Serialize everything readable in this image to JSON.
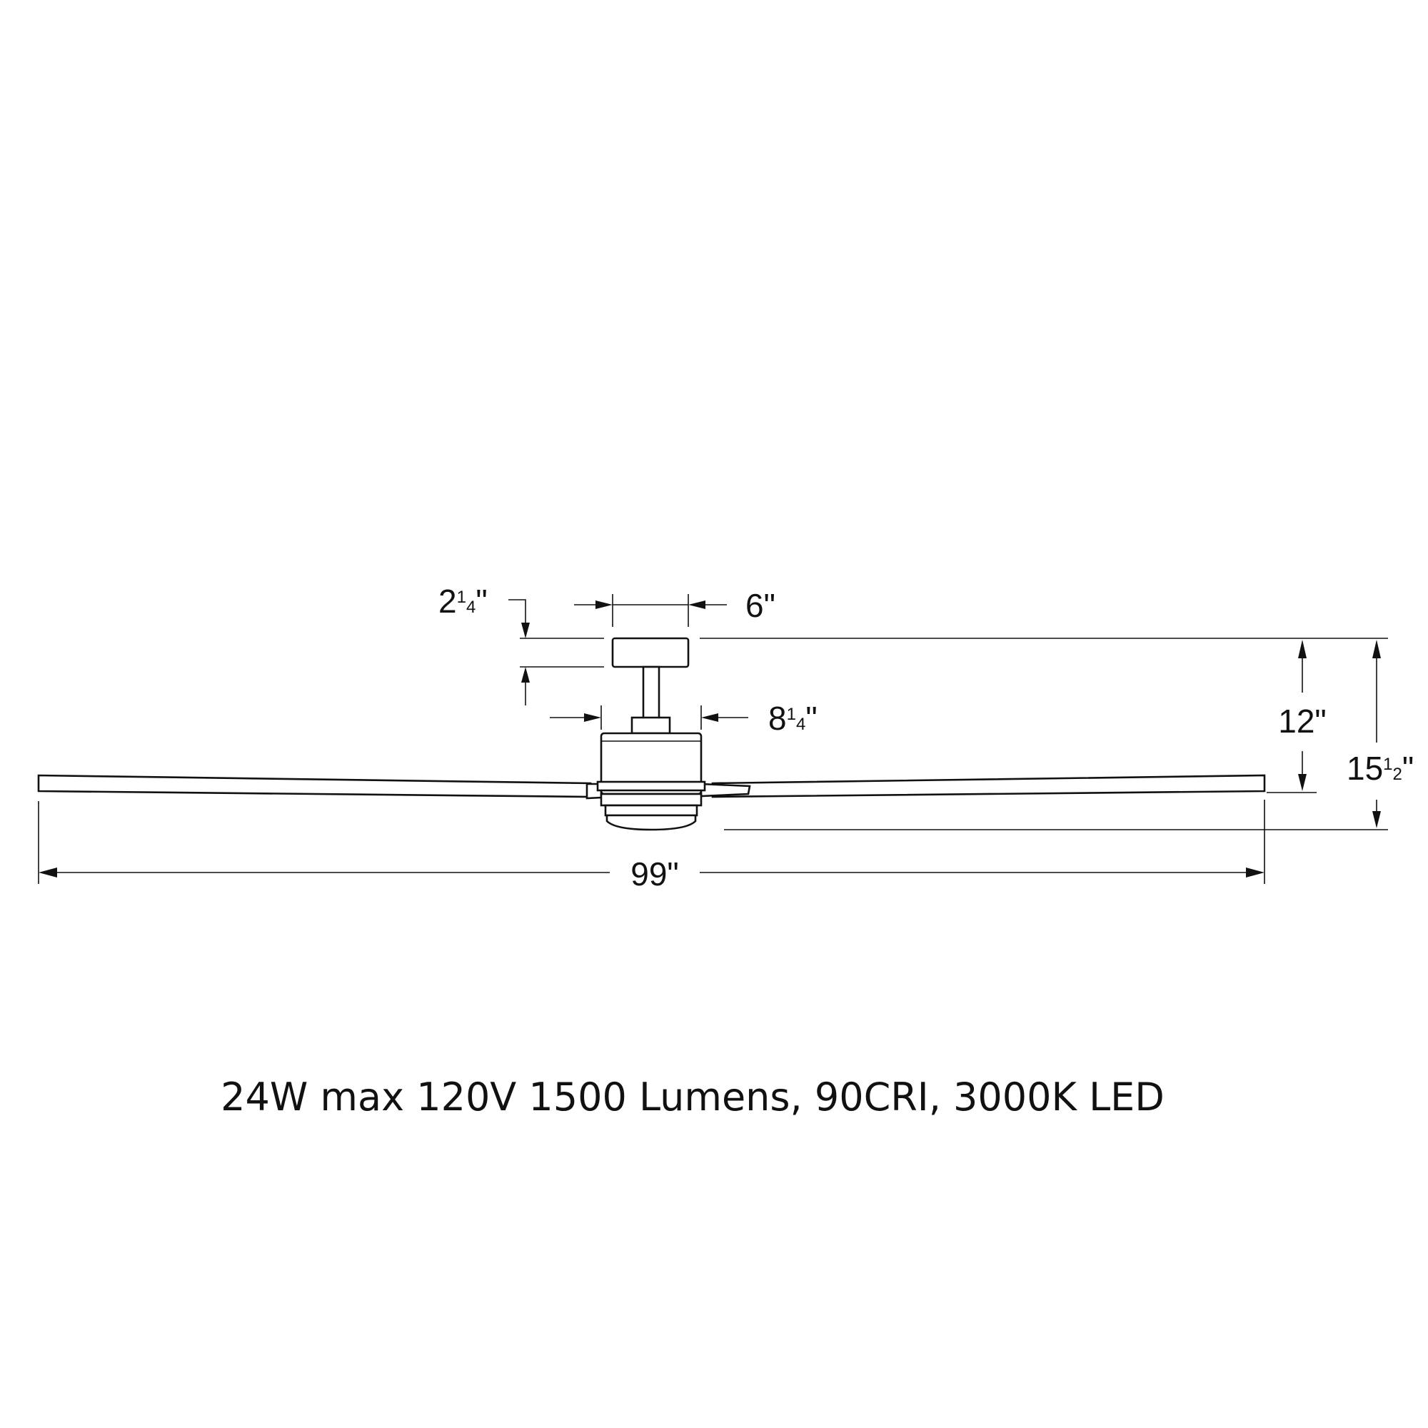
{
  "dimensions": {
    "canopy_height": {
      "whole": "2",
      "numerator": "1",
      "denominator": "4",
      "unit": "\""
    },
    "canopy_width": {
      "label": "6\""
    },
    "motor_width": {
      "whole": "8",
      "numerator": "1",
      "denominator": "4",
      "unit": "\""
    },
    "blade_span": {
      "label": "99\""
    },
    "height_to_blade": {
      "label": "12\""
    },
    "overall_height": {
      "whole": "15",
      "numerator": "1",
      "denominator": "2",
      "unit": "\""
    }
  },
  "specs": {
    "text": "24W max 120V 1500 Lumens, 90CRI, 3000K LED"
  },
  "colors": {
    "line": "#111111",
    "background": "#ffffff"
  }
}
